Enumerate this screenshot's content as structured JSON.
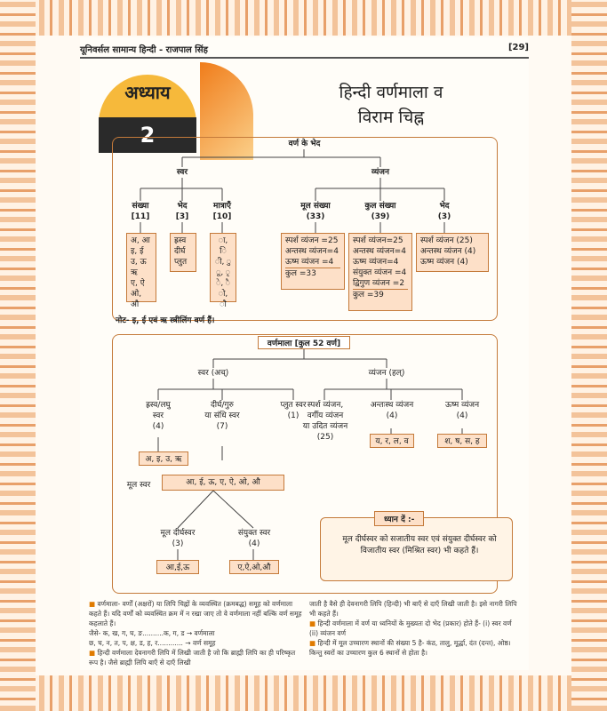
{
  "header": {
    "book_title": "यूनिवर्सल सामान्य हिन्दी - राजपाल सिंह",
    "page_no": "[29]"
  },
  "chapter": {
    "label": "अध्याय",
    "number": "2",
    "title_line1": "हिन्दी वर्णमाला व",
    "title_line2": "विराम चिह्न"
  },
  "chart1": {
    "root": "वर्ण के भेद",
    "swar": "स्वर",
    "vyanjan": "व्यंजन",
    "sankhya": "संख्या",
    "sankhya_n": "[11]",
    "bhed": "भेद",
    "bhed_n": "[3]",
    "matrayen": "मात्राएँ",
    "matrayen_n": "[10]",
    "mool": "मूल संख्या",
    "mool_n": "(33)",
    "kul": "कुल संख्या",
    "kul_n": "(39)",
    "vbhed": "भेद",
    "vbhed_n": "(3)",
    "swar_list": [
      "अ, आ",
      "इ, ई",
      "उ, ऊ",
      "ऋ",
      "ए, ऐ",
      "ओ, औ"
    ],
    "bhed_list": [
      "ह्रस्व",
      "दीर्घ",
      "प्लुत"
    ],
    "matra_list": [
      "ा, ि",
      "ी, ु",
      "ू, ृ",
      "े, ै",
      "ो, ौ"
    ],
    "mool_list": [
      "स्पर्श व्यंजन =25",
      "अन्तस्थ व्यंजन=4",
      "ऊष्म व्यंजन =4",
      "कुल =33"
    ],
    "kul_list": [
      "स्पर्श व्यंजन=25",
      "अन्तस्थ व्यंजन=4",
      "ऊष्म व्यंजन=4",
      "संयुक्त व्यंजन =4",
      "द्विगुण व्यंजन =2",
      "कुल =39"
    ],
    "vbhed_list": [
      "स्पर्श व्यंजन (25)",
      "अन्तस्थ व्यंजन (4)",
      "ऊष्म व्यंजन (4)"
    ],
    "note": "नोट- इ, ई एवं ऋ स्त्रीलिंग वर्ण हैं।"
  },
  "chart2": {
    "root": "वर्णमाला [कुल 52 वर्ण]",
    "swar": "स्वर (अच्)",
    "vyanjan": "व्यंजन (हल्)",
    "hrasva": "ह्रस्व/लघु",
    "hrasva2": "स्वर",
    "hrasva_n": "(4)",
    "deergh": "दीर्घ/गुरु",
    "deergh2": "या संधि स्वर",
    "deergh_n": "(7)",
    "plut": "प्लुत स्वर",
    "plut_n": "(1)",
    "sparsh": "स्पर्श व्यंजन,",
    "sparsh2": "वर्गीय व्यंजन",
    "sparsh3": "या उदित व्यंजन",
    "sparsh_n": "(25)",
    "antah": "अन्तःस्थ व्यंजन",
    "antah_n": "(4)",
    "ushm": "ऊष्म व्यंजन",
    "ushm_n": "(4)",
    "hrasva_box": "अ, इ, उ, ऋ",
    "antah_box": "य, र, ल, व",
    "ushm_box": "श, ष, स, ह",
    "mool_swar": "मूल स्वर",
    "deergh_box": "आ, ई, ऊ, ए, ऐ, ओ, औ",
    "mool_deergh": "मूल दीर्घस्वर",
    "mool_deergh_n": "(3)",
    "sanyukt": "संयुक्त स्वर",
    "sanyukt_n": "(4)",
    "mool_deergh_box": "आ,ई,ऊ",
    "sanyukt_box": "ए,ऐ,ओ,औ"
  },
  "dhyan": {
    "tag": "ध्यान दें :-",
    "text": "मूल दीर्घस्वर को सजातीय स्वर एवं संयुक्त दीर्घस्वर को विजातीय स्वर (मिश्रित स्वर) भी कहते हैं।"
  },
  "body": {
    "left1": "वर्णमाला- वर्णों (अक्षरों) या लिपि चिह्नों के व्यवस्थित (क्रमबद्ध) समूह को वर्णमाला कहते हैं। यदि वर्णों को व्यवस्थित क्रम में न रखा जाए तो वे वर्णमाला नहीं बल्कि वर्ण समूह कहलाते हैं।",
    "left2": "जैसे- क, ख, ग, घ, ङ..........क, ग, ड → वर्णमाला",
    "left3": "छ, च, न, त, प, क्ष, ड, ह, र............ → वर्ण समूह",
    "left4": "हिन्दी वर्णमाला देवनागरी लिपि में लिखी जाती है जो कि ब्राह्मी लिपि का ही परिष्कृत रूप है। जैसे ब्राह्मी लिपि बाएँ से दाएँ लिखी",
    "right1": "जाती है वैसे ही देवनागरी लिपि (हिन्दी) भी बाएँ से दाएँ लिखी जाती है। इसे नागरी लिपि भी कहते हैं।",
    "right2": "हिन्दी वर्णमाला में वर्ण या ध्वनियों के मुख्यतः दो भेद (प्रकार) होते हैं- (i) स्वर वर्ण (ii) व्यंजन वर्ण",
    "right3": "हिन्दी में मूल उच्चारण स्थानों की संख्या 5 है- कंठ, तालु, मूर्द्धा, दंत (दन्त), ओष्ठ। किन्तु स्वरों का उच्चारण कुल 6 स्थानों से होता है।"
  }
}
